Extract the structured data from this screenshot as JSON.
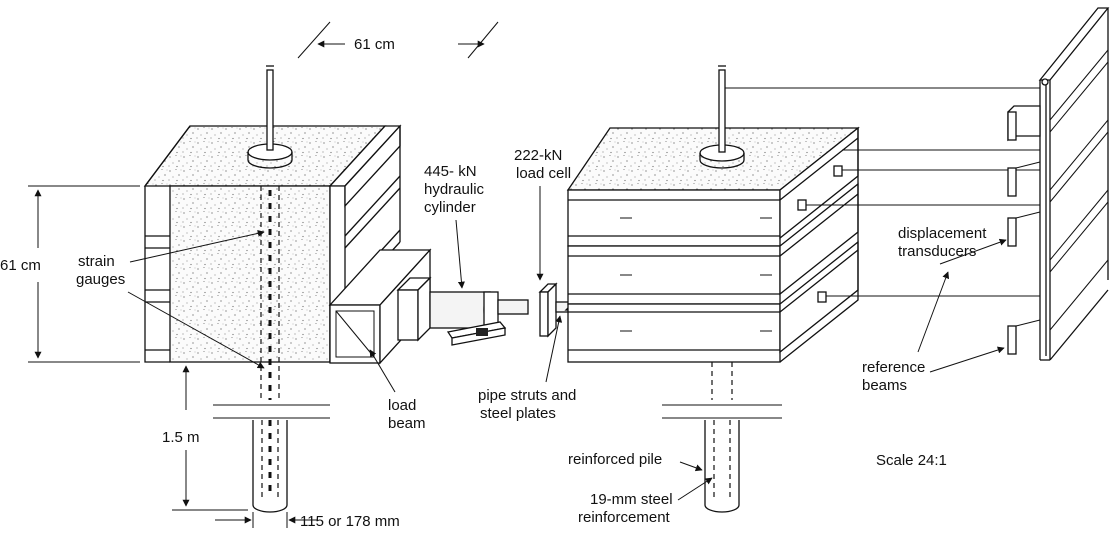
{
  "labels": {
    "width_top": "61 cm",
    "height_left": "61 cm",
    "strain_gauges_1": "strain",
    "strain_gauges_2": "gauges",
    "depth": "1.5 m",
    "pile_diameter": "115 or 178 mm",
    "hydraulic_1": "445- kN",
    "hydraulic_2": "hydraulic",
    "hydraulic_3": "cylinder",
    "loadcell_1": "222-kN",
    "loadcell_2": "load cell",
    "load_beam_1": "load",
    "load_beam_2": "beam",
    "pipe_struts_1": "pipe struts and",
    "pipe_struts_2": "steel plates",
    "reinforced_pile": "reinforced pile",
    "steel_reinf_1": "19-mm steel",
    "steel_reinf_2": "reinforcement",
    "displacement_1": "displacement",
    "displacement_2": "transducers",
    "reference_1": "reference",
    "reference_2": "beams",
    "scale": "Scale 24:1"
  }
}
